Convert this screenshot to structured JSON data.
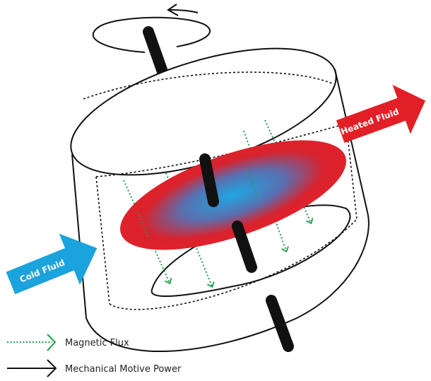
{
  "labels": {
    "heated": "Heated Fluid",
    "cold": "Cold Fluid"
  },
  "legend": [
    {
      "label": "Magnetic Flux",
      "icon": "dotted-green-arrow"
    },
    {
      "label": "Mechanical Motive Power",
      "icon": "black-arrow"
    }
  ],
  "colors": {
    "heated": "#e21f26",
    "cold": "#1aa3dd",
    "flux": "#1e9e4a",
    "disc_center": "#1ea6e0",
    "disc_edge": "#e0212a"
  }
}
